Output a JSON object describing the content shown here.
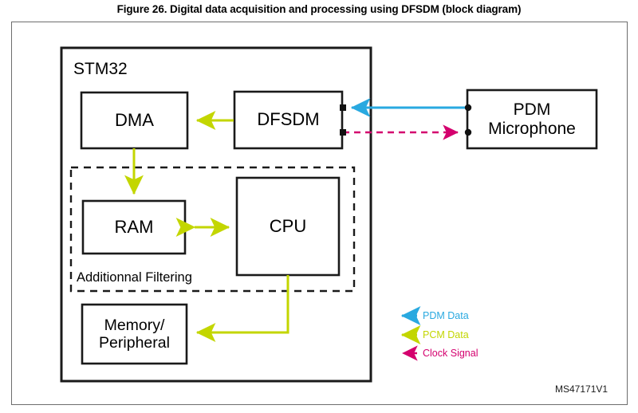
{
  "figure": {
    "title": "Figure 26. Digital data acquisition and processing using DFSDM (block diagram)",
    "watermark": "MS47171V1"
  },
  "diagram": {
    "container_label": "STM32",
    "group_label": "Additionnal Filtering",
    "blocks": {
      "dma": "DMA",
      "dfsdm": "DFSDM",
      "ram": "RAM",
      "cpu": "CPU",
      "memory_peripheral_line1": "Memory/",
      "memory_peripheral_line2": "Peripheral",
      "pdm_mic_line1": "PDM",
      "pdm_mic_line2": "Microphone"
    }
  },
  "legend": {
    "items": [
      {
        "label": "PDM Data",
        "color": "#29a9e0",
        "style": "solid"
      },
      {
        "label": "PCM Data",
        "color": "#c3d600",
        "style": "solid"
      },
      {
        "label": "Clock Signal",
        "color": "#d4006e",
        "style": "dashed"
      }
    ]
  },
  "colors": {
    "pdm_data": "#29a9e0",
    "pcm_data": "#c3d600",
    "clock_signal": "#d4006e",
    "block_border": "#1a1a1a",
    "frame_border": "#6d6d6d"
  }
}
